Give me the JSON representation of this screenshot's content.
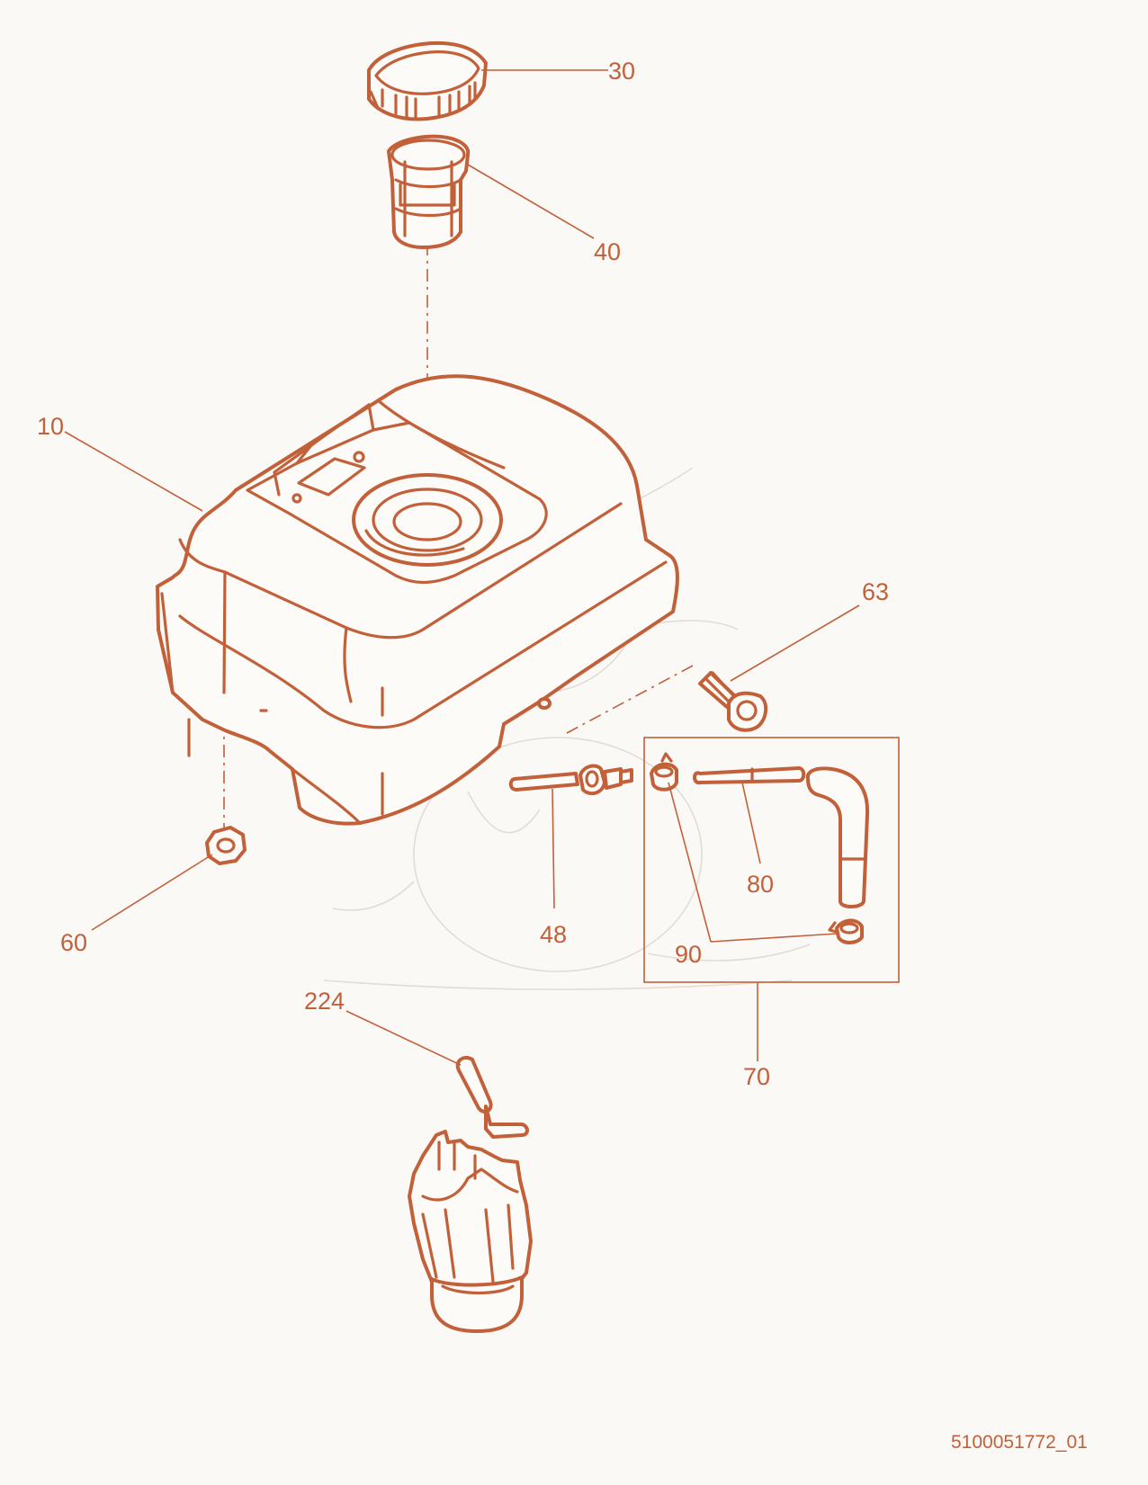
{
  "diagram": {
    "accent_color": "#c2603a",
    "background_color": "#fbf9f6",
    "document_id": "5100051772_01",
    "callouts": [
      {
        "id": "c30",
        "label": "30",
        "part": "fuel-cap"
      },
      {
        "id": "c40",
        "label": "40",
        "part": "fuel-strainer"
      },
      {
        "id": "c10",
        "label": "10",
        "part": "fuel-tank"
      },
      {
        "id": "c63",
        "label": "63",
        "part": "bolt"
      },
      {
        "id": "c48",
        "label": "48",
        "part": "fuel-valve"
      },
      {
        "id": "c80",
        "label": "80",
        "part": "fuel-hose"
      },
      {
        "id": "c90",
        "label": "90",
        "part": "hose-clamp"
      },
      {
        "id": "c60",
        "label": "60",
        "part": "nut"
      },
      {
        "id": "c70",
        "label": "70",
        "part": "fuel-line-kit"
      },
      {
        "id": "c224",
        "label": "224",
        "part": "carburetor"
      }
    ]
  }
}
